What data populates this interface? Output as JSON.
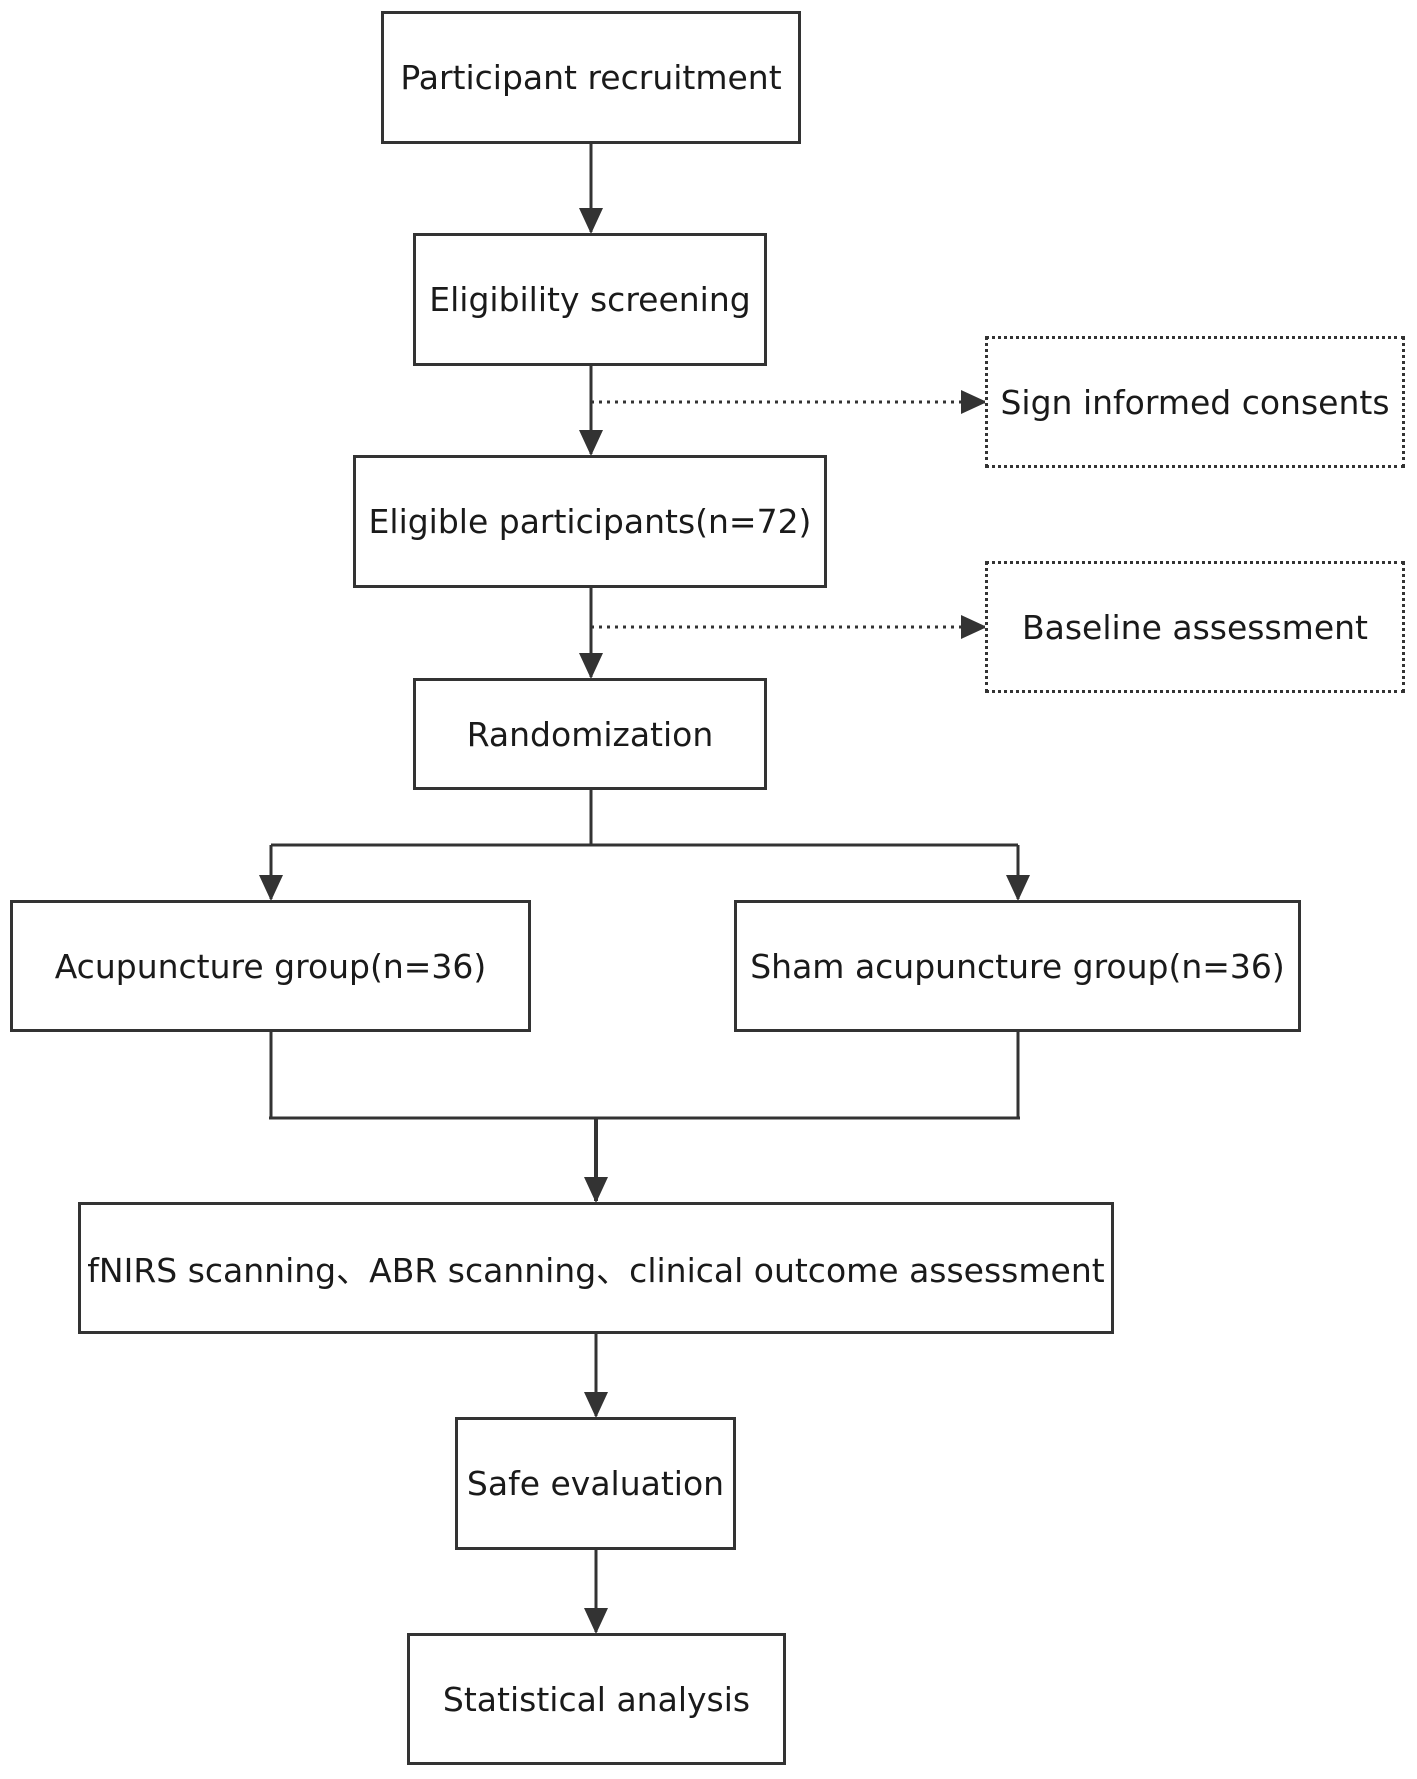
{
  "diagram": {
    "colors": {
      "stroke": "#333333",
      "text": "#1a1a1a",
      "background": "#ffffff"
    },
    "nodes": {
      "recruitment": "Participant recruitment",
      "screening": "Eligibility screening",
      "consent": "Sign informed consents",
      "eligible": "Eligible participants(n=72)",
      "baseline": "Baseline assessment",
      "randomization": "Randomization",
      "acupuncture": "Acupuncture group(n=36)",
      "sham": "Sham acupuncture group(n=36)",
      "scanning": "fNIRS scanning、ABR scanning、clinical outcome assessment",
      "safety": "Safe evaluation",
      "statistics": "Statistical analysis"
    },
    "edges": [
      {
        "from": "recruitment",
        "to": "screening",
        "style": "solid"
      },
      {
        "from": "screening",
        "to": "eligible",
        "style": "solid"
      },
      {
        "from": "screening",
        "to": "consent",
        "style": "dotted"
      },
      {
        "from": "eligible",
        "to": "randomization",
        "style": "solid"
      },
      {
        "from": "eligible",
        "to": "baseline",
        "style": "dotted"
      },
      {
        "from": "randomization",
        "to": "acupuncture",
        "style": "solid"
      },
      {
        "from": "randomization",
        "to": "sham",
        "style": "solid"
      },
      {
        "from": "acupuncture",
        "to": "scanning",
        "style": "solid"
      },
      {
        "from": "sham",
        "to": "scanning",
        "style": "solid"
      },
      {
        "from": "scanning",
        "to": "safety",
        "style": "solid"
      },
      {
        "from": "safety",
        "to": "statistics",
        "style": "solid"
      }
    ]
  }
}
